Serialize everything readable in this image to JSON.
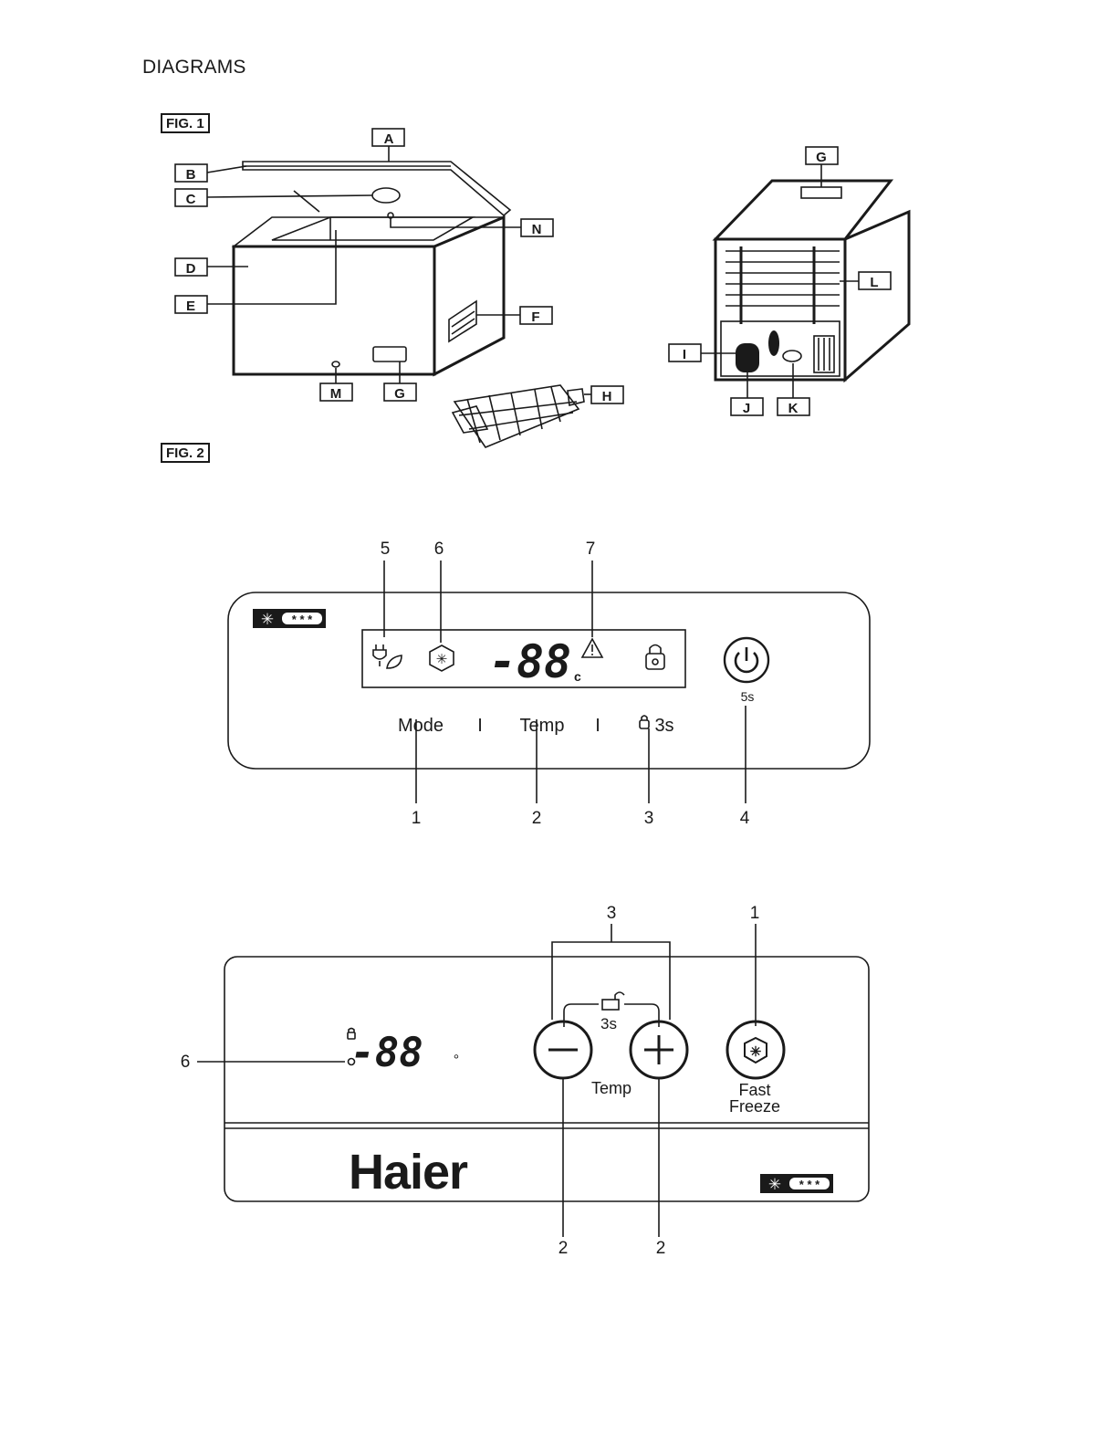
{
  "page": {
    "heading": "DIAGRAMS"
  },
  "fig1": {
    "tag": "FIG. 1",
    "callouts": [
      "A",
      "B",
      "C",
      "D",
      "E",
      "F",
      "G",
      "H",
      "I",
      "J",
      "K",
      "L",
      "M",
      "N"
    ]
  },
  "fig2": {
    "tag": "FIG. 2"
  },
  "panel1": {
    "rating": "* * *",
    "display_value": "-88",
    "display_unit": "c",
    "power_hold": "5s",
    "button_labels": {
      "mode": "Mode",
      "sep1": "I",
      "temp": "Temp",
      "sep2": "I",
      "lock_hold": "3s"
    },
    "top_numbers": [
      "5",
      "6",
      "7"
    ],
    "bottom_numbers": [
      "1",
      "2",
      "3",
      "4"
    ],
    "icons": [
      "eco-plug-icon",
      "fast-freeze-icon",
      "alarm-icon",
      "lock-icon",
      "power-icon",
      "star-rating-icon"
    ]
  },
  "panel2": {
    "display_value": "-88",
    "degree": "°",
    "lock_hold": "3s",
    "temp_label": "Temp",
    "fast_freeze_label_1": "Fast",
    "fast_freeze_label_2": "Freeze",
    "brand": "Haier",
    "rating": "* * *",
    "top_numbers": [
      "3",
      "1"
    ],
    "left_number": "6",
    "bottom_numbers": [
      "2",
      "2"
    ],
    "icons": [
      "minus-button-icon",
      "plus-button-icon",
      "fast-freeze-icon",
      "unlock-icon",
      "star-rating-icon"
    ]
  }
}
